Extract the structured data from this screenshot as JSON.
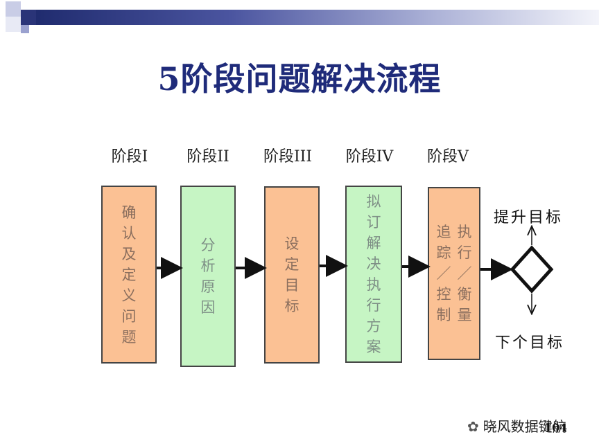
{
  "title": "5阶段问题解决流程",
  "stages": [
    {
      "label": "阶段I",
      "lines": [
        "确认及定义问题"
      ],
      "color": "orange"
    },
    {
      "label": "阶段II",
      "lines": [
        "分析原因"
      ],
      "color": "green"
    },
    {
      "label": "阶段III",
      "lines": [
        "设定目标"
      ],
      "color": "orange"
    },
    {
      "label": "阶段IV",
      "lines": [
        "拟订解决执行方案"
      ],
      "color": "green"
    },
    {
      "label": "阶段V",
      "lines": [
        "追踪／控制",
        "执行／衡量"
      ],
      "color": "orange"
    }
  ],
  "decision": {
    "up_label": "提升目标",
    "down_label": "下个目标"
  },
  "watermark": "晓风数据键航",
  "page_number": "104",
  "colors": {
    "title": "#1f2b7a",
    "orange_box": "#fbc194",
    "green_box": "#c6f5c4",
    "band": "#1f2b6e"
  }
}
